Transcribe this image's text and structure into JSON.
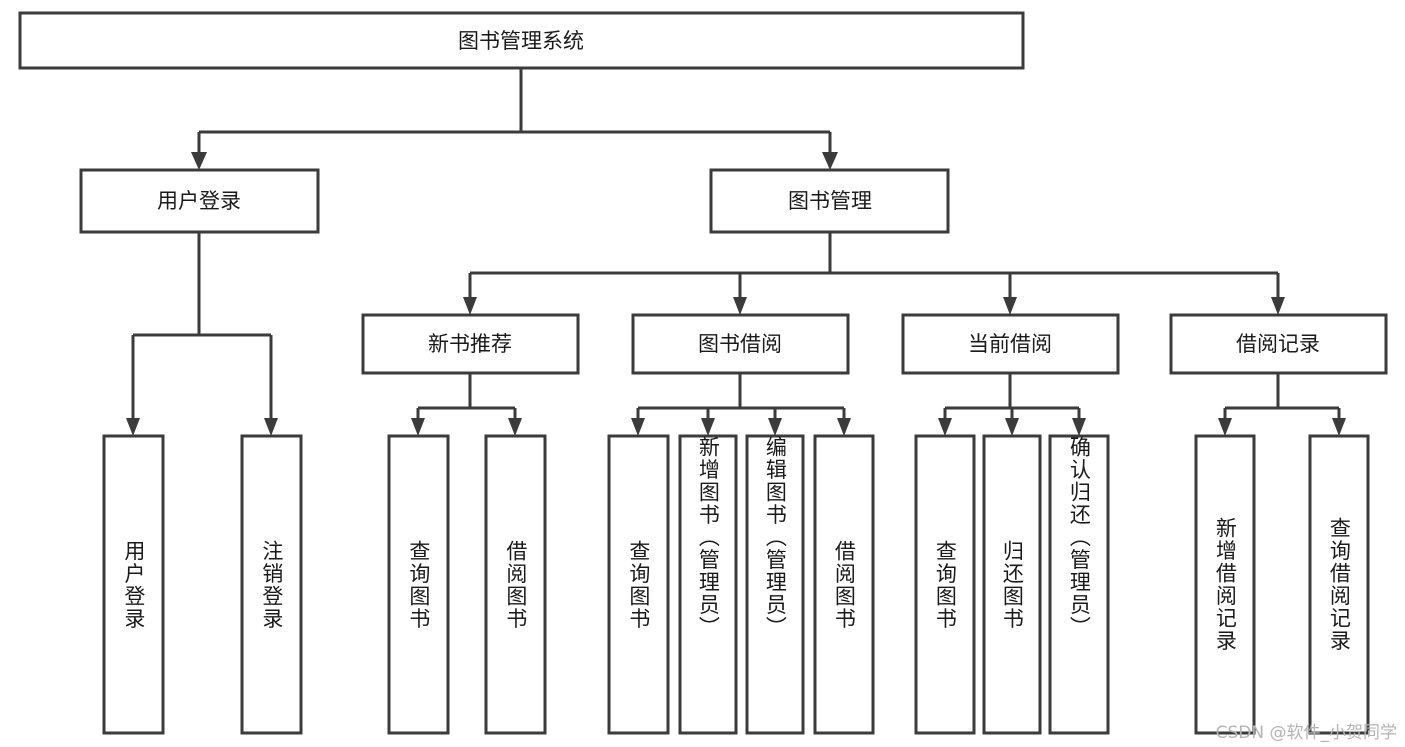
{
  "diagram": {
    "type": "tree",
    "title": "图书管理系统",
    "watermark": "CSDN @软件_小贺同学",
    "levels": {
      "root": {
        "label": "图书管理系统"
      },
      "level1": [
        {
          "label": "用户登录"
        },
        {
          "label": "图书管理"
        }
      ],
      "level2": [
        {
          "label": "新书推荐"
        },
        {
          "label": "图书借阅"
        },
        {
          "label": "当前借阅"
        },
        {
          "label": "借阅记录"
        }
      ]
    },
    "leaves": {
      "user_login": [
        {
          "label": "用户登录"
        },
        {
          "label": "注销登录"
        }
      ],
      "new_book_recommend": [
        {
          "label": "查询图书"
        },
        {
          "label": "借阅图书"
        }
      ],
      "book_borrow": [
        {
          "label": "查询图书"
        },
        {
          "label": "新增图书（管理员）"
        },
        {
          "label": "编辑图书（管理员）"
        },
        {
          "label": "借阅图书"
        }
      ],
      "current_borrow": [
        {
          "label": "查询图书"
        },
        {
          "label": "归还图书"
        },
        {
          "label": "确认归还（管理员）"
        }
      ],
      "borrow_record": [
        {
          "label": "新增借阅记录"
        },
        {
          "label": "查询借阅记录"
        }
      ]
    },
    "colors": {
      "stroke": "#3b3b3b",
      "fill": "#ffffff",
      "text": "#1a1a1a",
      "watermark": "#b4b4b4"
    }
  }
}
